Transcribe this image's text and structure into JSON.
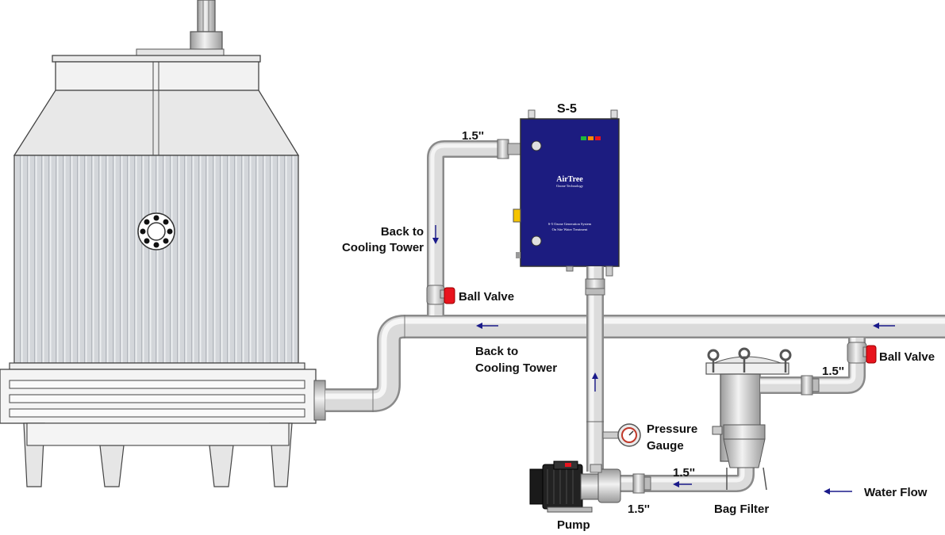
{
  "labels": {
    "unit_name": "S-5",
    "pipe_size_top": "1.5''",
    "back_to_left_1": "Back to",
    "back_to_left_2": "Cooling Tower",
    "ball_valve_left": "Ball Valve",
    "back_to_mid_1": "Back to",
    "back_to_mid_2": "Cooling Tower",
    "ball_valve_right": "Ball Valve",
    "pipe_size_right": "1.5''",
    "pressure_gauge_1": "Pressure",
    "pressure_gauge_2": "Gauge",
    "pipe_size_upper_bottom": "1.5''",
    "pipe_size_lower_bottom": "1.5''",
    "bag_filter": "Bag Filter",
    "pump": "Pump",
    "water_flow": "Water Flow"
  },
  "unit_panel": {
    "brand": "AirTree",
    "brand_sub": "Ozone Technology",
    "system_line_1": "S-5 Ozone Generation System",
    "system_line_2": "On Site Water Treatment"
  },
  "colors": {
    "panel": "#1c1c80",
    "pipe": "#dadada",
    "valve_handle": "#e8141e",
    "arrow": "#1a1a8a",
    "tower_body": "#cfd2d6"
  }
}
